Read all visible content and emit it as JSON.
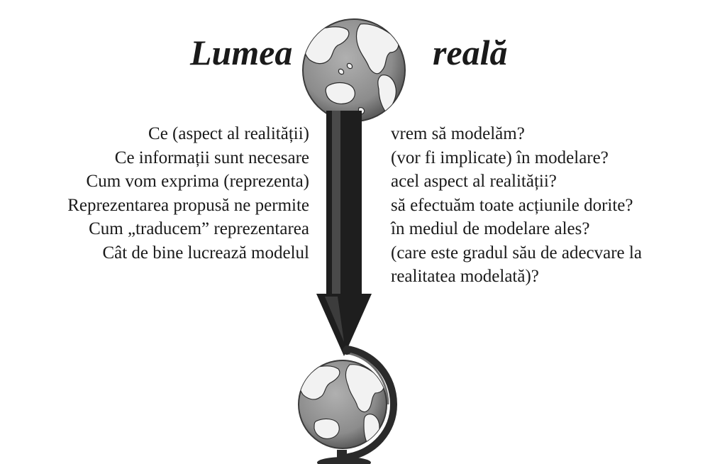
{
  "title": {
    "left": "Lumea",
    "right": "reală"
  },
  "questions": {
    "left": [
      "Ce (aspect al realității)",
      "Ce informații sunt necesare",
      "Cum vom exprima (reprezenta)",
      "Reprezentarea propusă ne permite",
      "Cum „traducem” reprezentarea",
      "Cât de bine lucrează modelul"
    ],
    "right": [
      "vrem să modelăm?",
      "(vor fi implicate) în modelare?",
      "acel aspect al realității?",
      "să efectuăm toate acțiunile dorite?",
      "în mediul de modelare ales?",
      "(care este gradul său de adecvare la",
      "realitatea modelată)?"
    ]
  },
  "icons": {
    "top": "globe-icon",
    "arrow": "down-arrow-icon",
    "bottom": "desk-globe-icon"
  },
  "colors": {
    "globe_ocean": "#8c8c8c",
    "globe_land": "#f2f2f2",
    "arrow": "#1e1e1e"
  }
}
